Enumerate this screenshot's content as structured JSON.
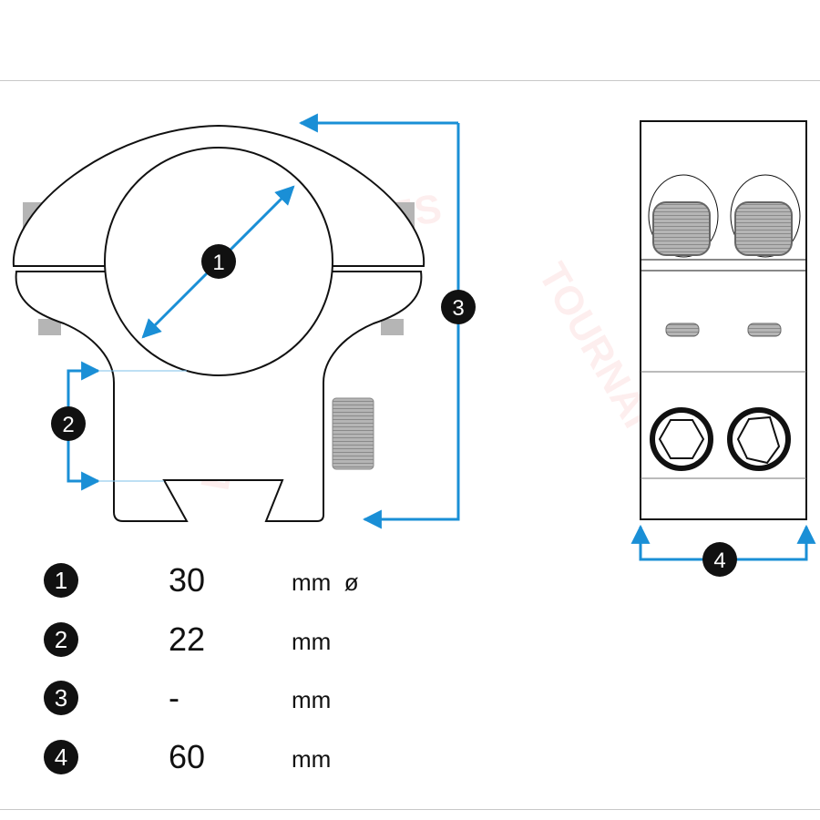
{
  "watermark": "ARMES TOURNAI BILLAU",
  "colors": {
    "dimension": "#1a8fd6",
    "outline": "#111111",
    "screw": "#b5b5b5"
  },
  "diagram": {
    "front_view": {
      "callouts": [
        "1",
        "2",
        "3"
      ]
    },
    "side_view": {
      "callouts": [
        "4"
      ]
    }
  },
  "specs": [
    {
      "marker": "1",
      "value": "30",
      "unit": "mm  ø"
    },
    {
      "marker": "2",
      "value": "22",
      "unit": "mm"
    },
    {
      "marker": "3",
      "value": "-",
      "unit": "mm"
    },
    {
      "marker": "4",
      "value": "60",
      "unit": "mm"
    }
  ]
}
